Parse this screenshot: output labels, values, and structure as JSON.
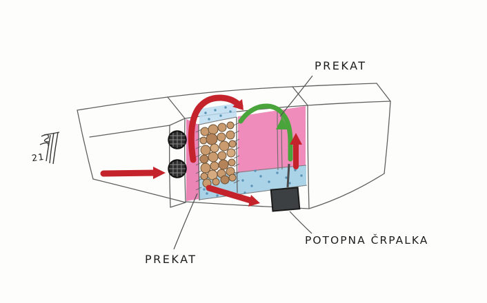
{
  "labels": {
    "prekat_top": "PREKAT",
    "prekat_bottom": "PREKAT",
    "pump": "POTOPNA ČRPALKA",
    "signature": "21"
  },
  "colors": {
    "red": "#c5232b",
    "green": "#4aa43c",
    "pink_wall": "#e878ae",
    "pink_chamber": "#ee82b5",
    "water_blue": "#aad3e8",
    "water_blue_light": "#bcdcee",
    "water_dot": "#5b93b4",
    "gravel": "#c99b6e",
    "gravel_stroke": "#6b5136",
    "pump_body": "#3c4043",
    "pencil": "#5f5f5f"
  }
}
